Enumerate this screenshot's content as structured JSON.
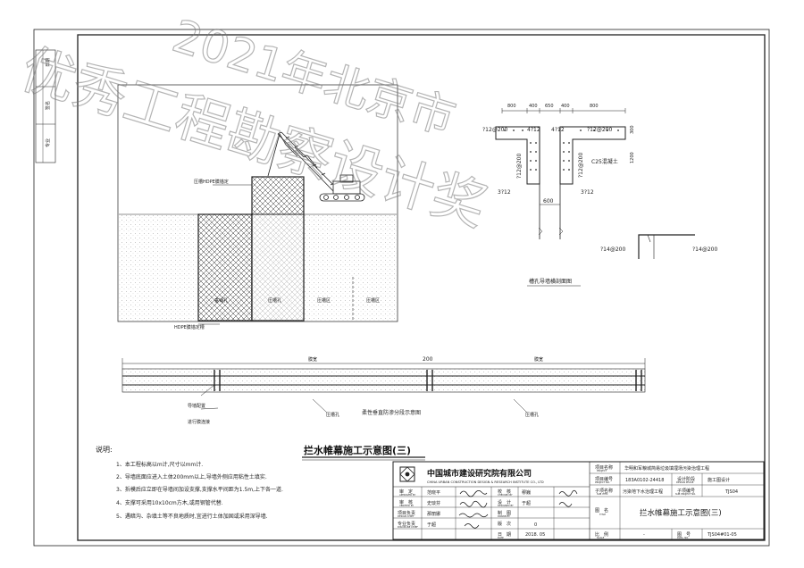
{
  "watermark": "优秀工程勘察设计奖",
  "watermark_year": "2021年北京市",
  "left_strip": {
    "cells": [
      "日期",
      "签名",
      "专业"
    ]
  },
  "elevation": {
    "hdpe_top": "压槽HDPE膜锚定",
    "hdpe_bottom": "HDPE膜锚定槽",
    "soil_1": "垂铺孔",
    "soil_2": "压槽孔",
    "soil_3": "压槽区",
    "soil_4": "压槽区"
  },
  "section": {
    "dims_top": [
      "800",
      "400",
      "650",
      "400",
      "800"
    ],
    "rebar_left": "?12@200",
    "rebar_mid_l": "4?12",
    "rebar_mid_r": "4?12",
    "rebar_right": "?12@200",
    "rebar_vert": "?12@200",
    "rebar_vert_r": "?12@200",
    "concrete": "C25混凝土",
    "dim_depth": "1200",
    "dim_depth2": "300",
    "bottom_l": "3?12",
    "bottom_r": "3?12",
    "dim_width": "600",
    "hook_l": "?14@200",
    "hook_r": "?14@200",
    "title": "槽孔导墙横剖面图"
  },
  "plan": {
    "dim_total": "200",
    "label_top_l": "膜宽",
    "label_top_r": "膜宽",
    "note_1": "导墙配置",
    "note_2": "进行膜连接",
    "note_3": "压槽孔",
    "center_title": "柔性垂直防渗分段示意图",
    "note_right": "压槽孔"
  },
  "drawing_title": "拦水帷幕施工示意图(三)",
  "notes": {
    "heading": "说明:",
    "items": [
      "1、本工程标高以m计,尺寸以mm计.",
      "2、导墙底面应进入土体200mm以上,导墙外侧应用粘性土填实.",
      "3、拆模后应立即在导墙间加设支撑,支撑水平间距为1.5m,上下各一道.",
      "4、支撑可采用10x10cm方木,或用钢管代替.",
      "5、遇暗沟、杂填土等不良地质时,宜进行土体加固或采用深导墙."
    ]
  },
  "titleblock": {
    "company_cn": "中国城市建设研究院有限公司",
    "company_en": "CHINA URBAN CONSTRUCTION DESIGN & RESEARCH INSTITUTE CO., LTD",
    "labels": {
      "project_name": "项目名称",
      "project_name_en": "PROJECT",
      "project_no": "项目编号",
      "project_no_en": "PROJECT NO.",
      "design_phase": "设计阶段",
      "design_phase_en": "DESIGN PHASE",
      "sub_name": "子项名称",
      "sub_name_en": "SUB ITEM",
      "sub_no": "子项编号",
      "sub_no_en": "SUB PROJECT NO.",
      "sheet_name": "图　名",
      "sheet_name_en": "TITLE",
      "approved": "审　定",
      "approved_en": "APPROVED BY",
      "verified": "审　核",
      "verified_en": "VERIFIED BY",
      "proj_lead": "项目负责",
      "proj_lead_en": "DESIGN CHIEF",
      "disc_lead": "专业负责",
      "disc_lead_en": "DISCIPLINE CHIEF",
      "checked": "校　核",
      "checked_en": "CHECKED BY",
      "designed": "设　计",
      "designed_en": "DESIGNED BY",
      "drawn": "制　图",
      "drawn_en": "DRAWN BY",
      "version": "版　次",
      "date": "日　期",
      "date_en": "DATE",
      "scale": "比　例",
      "scale_en": "SCALE",
      "sheet_no": "图　号",
      "sheet_no_en": "DWG. NO."
    },
    "values": {
      "project_name": "华明和军粮城简易垃圾填埋场污染治理工程",
      "project_no": "183A0102-24418",
      "design_phase": "施工图设计",
      "sub_name": "污染地下水治理工程",
      "sub_no": "TJS04",
      "sheet_name": "拦水帷幕施工示意图(三)",
      "approved_name": "范晓平",
      "verified_name": "史琰芬",
      "proj_lead_name": "那丽娜",
      "disc_lead_name": "于超",
      "checked_name": "穆巍",
      "designed_name": "于超",
      "version": "0",
      "date": "2018. 05",
      "scale": "-",
      "sheet_no": "TJS04#01-05"
    }
  }
}
